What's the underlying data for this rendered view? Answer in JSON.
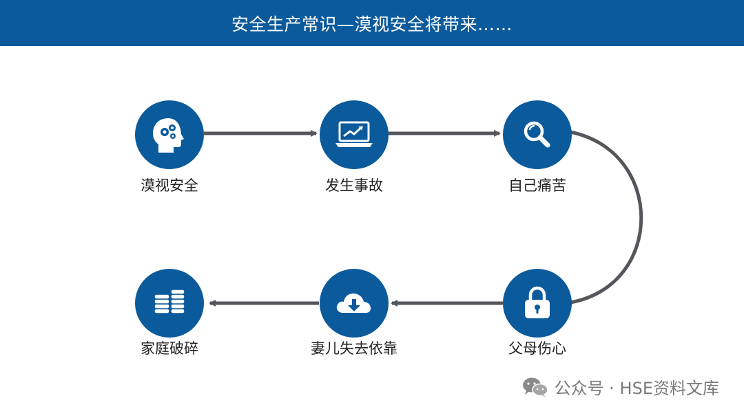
{
  "header": {
    "title": "安全生产常识—漠视安全将带来……"
  },
  "colors": {
    "header_bg": "#0b5a9c",
    "node_bg": "#0b5a9c",
    "connector": "#55565b"
  },
  "flow": {
    "nodes": [
      {
        "label": "漠视安全",
        "icon": "head-gears-icon"
      },
      {
        "label": "发生事故",
        "icon": "laptop-chart-icon"
      },
      {
        "label": "自己痛苦",
        "icon": "magnifier-icon"
      },
      {
        "label": "父母伤心",
        "icon": "padlock-icon"
      },
      {
        "label": "妻儿失去依靠",
        "icon": "cloud-download-icon"
      },
      {
        "label": "家庭破碎",
        "icon": "coin-stacks-icon"
      }
    ]
  },
  "watermark": {
    "text": "公众号 · HSE资料文库",
    "icon": "wechat-icon"
  }
}
